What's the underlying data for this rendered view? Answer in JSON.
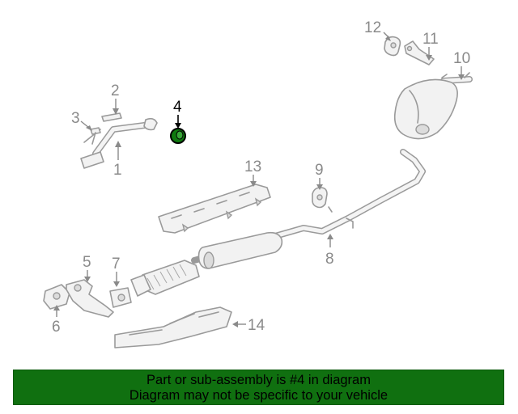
{
  "diagram": {
    "highlight_color": "#0f7a0f",
    "callouts": {
      "c1": "1",
      "c2": "2",
      "c3": "3",
      "c4": "4",
      "c5": "5",
      "c6": "6",
      "c7": "7",
      "c8": "8",
      "c9": "9",
      "c10": "10",
      "c11": "11",
      "c12": "12",
      "c13": "13",
      "c14": "14"
    },
    "highlighted_part": "4"
  },
  "footer": {
    "background": "#107010",
    "line1": "Part or sub-assembly is #4 in diagram",
    "line2": "Diagram may not be specific to your vehicle"
  }
}
